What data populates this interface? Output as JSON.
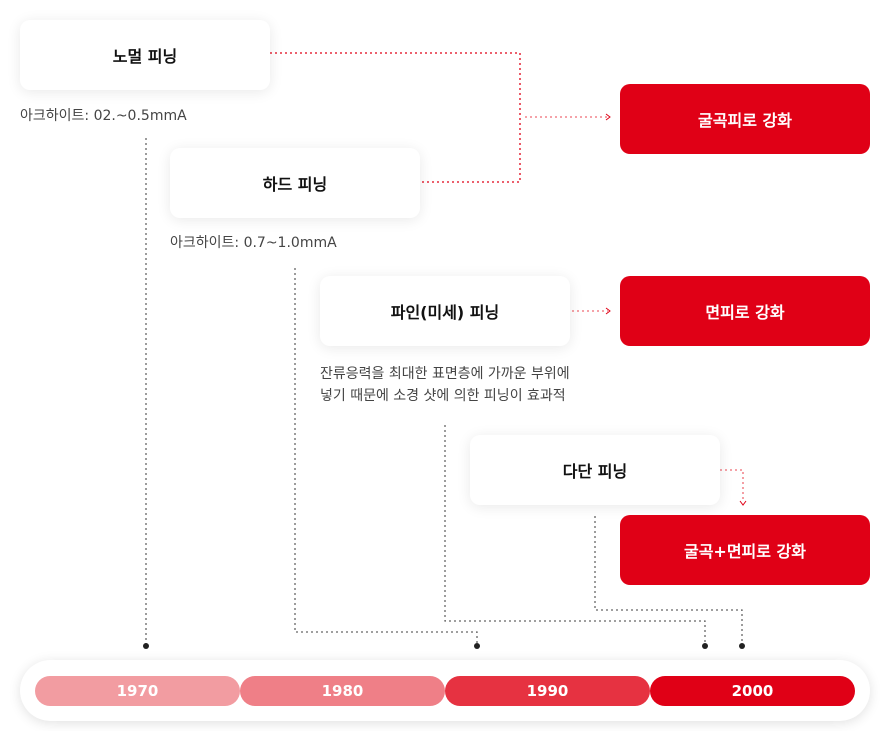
{
  "methods": [
    {
      "label": "노멀 피닝",
      "note": "아크하이트: 02.~0.5mmA"
    },
    {
      "label": "하드 피닝",
      "note": "아크하이트: 0.7~1.0mmA"
    },
    {
      "label": "파인(미세) 피닝",
      "note_lines": [
        "잔류응력을 최대한 표면층에 가까운 부위에",
        "넣기 때문에 소경 샷에 의한 피닝이 효과적"
      ]
    },
    {
      "label": "다단 피닝"
    }
  ],
  "effects": [
    "굴곡피로 강화",
    "면피로 강화",
    "굴곡+면피로 강화"
  ],
  "timeline": [
    {
      "year": "1970",
      "color": "#f29ca1"
    },
    {
      "year": "1980",
      "color": "#ef7f87"
    },
    {
      "year": "1990",
      "color": "#e63241"
    },
    {
      "year": "2000",
      "color": "#e00016"
    }
  ],
  "colors": {
    "accent": "#e00016",
    "connector": "#e00016",
    "guide": "#555555"
  }
}
